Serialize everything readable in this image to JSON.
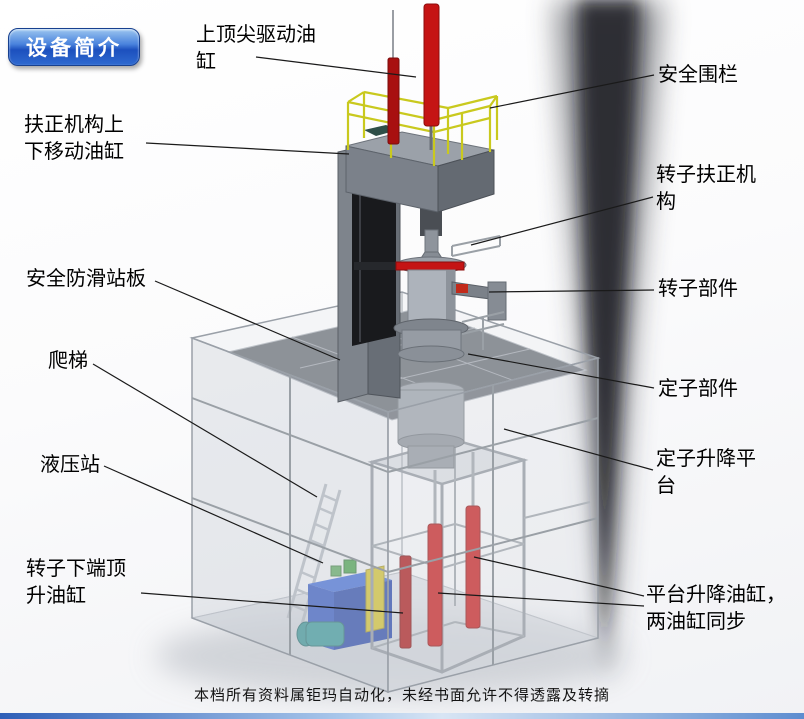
{
  "badge": {
    "label": "设备简介"
  },
  "callouts": {
    "top_drive_cylinder": "上顶尖驱动油\n缸",
    "safety_fence": "安全围栏",
    "centering_move_cylinder": "扶正机构上\n下移动油缸",
    "rotor_centering_mechanism": "转子扶正机\n构",
    "antislip_platform": "安全防滑站板",
    "rotor_component": "转子部件",
    "ladder": "爬梯",
    "stator_component": "定子部件",
    "hydraulic_station": "液压站",
    "stator_lift_platform": "定子升降平\n台",
    "rotor_bottom_jack_cylinder": "转子下端顶\n升油缸",
    "platform_lift_cylinders": "平台升降油缸，\n两油缸同步"
  },
  "footer": {
    "disclaimer": "本档所有资料属钜玛自动化，未经书面允许不得透露及转摘"
  },
  "colors": {
    "cylinder-red": "#c51414",
    "railing-yellow": "#c9c91e",
    "hydraulic-blue": "#2a50c0",
    "hydraulic-yellow": "#d8c31e",
    "badge-blue": "#2f6ad0",
    "smoke-dark": "#17191d",
    "platform-gray": "#686d75"
  }
}
